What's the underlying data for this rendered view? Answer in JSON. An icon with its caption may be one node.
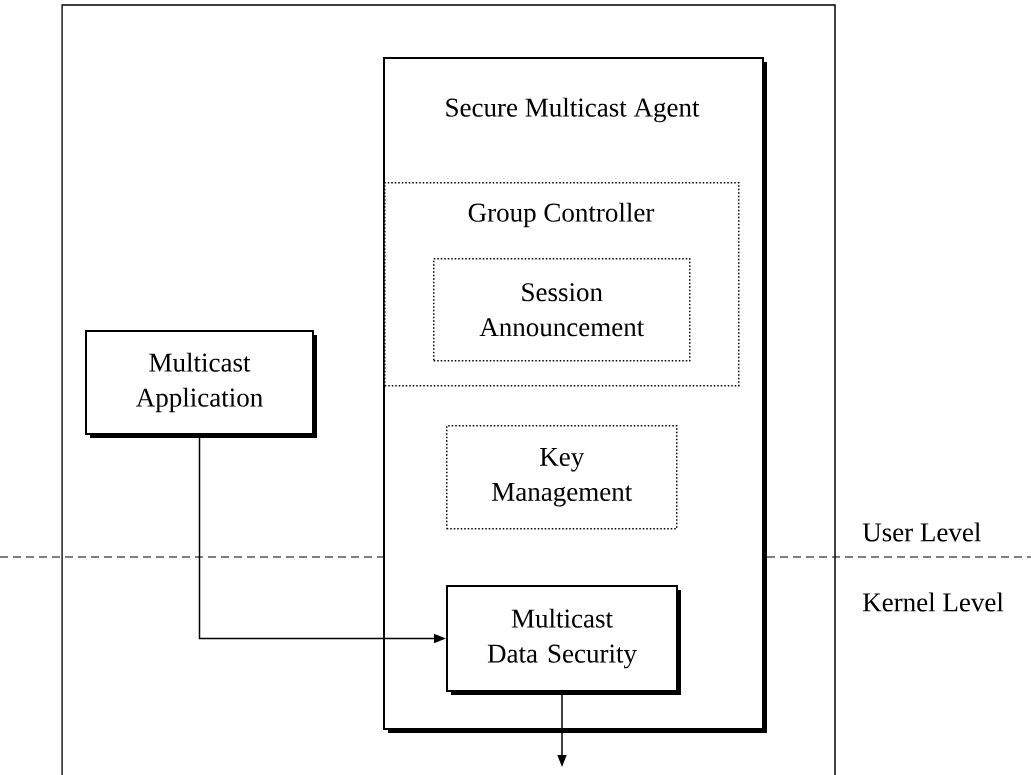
{
  "diagram": {
    "nodes": [
      {
        "text": [],
        "shape": "box"
      },
      {
        "text": [
          "Secure Multicast Agent"
        ],
        "in": 0
      },
      {
        "text": [
          "Group Controller"
        ],
        "in": 1
      },
      {
        "text": [
          "Session Announcement"
        ],
        "in": 2
      },
      {
        "text": [
          "Key Management"
        ],
        "in": 1
      },
      {
        "text": [
          "Multicast Application"
        ],
        "in": 0
      },
      {
        "text": [
          "Multicast Data Security"
        ],
        "in": 1
      }
    ],
    "edges": [
      {
        "from": 5,
        "to": 6,
        "arrow": "to"
      },
      {
        "from": 6,
        "to": null,
        "arrow": "to"
      }
    ],
    "labels": [
      "User Level",
      "Kernel Level"
    ]
  }
}
